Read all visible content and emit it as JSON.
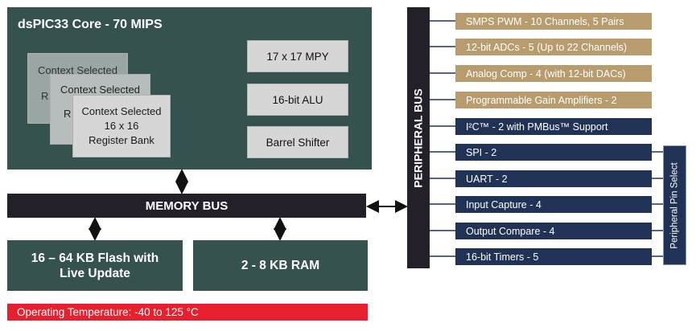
{
  "core": {
    "title": "dsPIC33 Core - 70 MIPS",
    "registers": [
      {
        "line1": "Context Selected",
        "line2": "",
        "line3": "R"
      },
      {
        "line1": "Context Selected",
        "line2": "",
        "line3": "R"
      },
      {
        "line1": "Context Selected",
        "line2": "16 x 16",
        "line3": "Register Bank"
      }
    ],
    "units": [
      "17 x 17 MPY",
      "16-bit ALU",
      "Barrel Shifter"
    ]
  },
  "memory_bus": "MEMORY BUS",
  "memory": {
    "flash_line1": "16 – 64 KB Flash with",
    "flash_line2": "Live Update",
    "ram": "2 - 8 KB RAM"
  },
  "temperature": "Operating Temperature: -40 to 125 °C",
  "peripheral_bus": "PERIPHERAL BUS",
  "peripherals": [
    {
      "label": "SMPS PWM - 10 Channels, 5 Pairs",
      "group": "analog"
    },
    {
      "label": "12-bit ADCs - 5 (Up to 22 Channels)",
      "group": "analog"
    },
    {
      "label": "Analog Comp - 4 (with 12-bit DACs)",
      "group": "analog"
    },
    {
      "label": "Programmable Gain Amplifiers - 2",
      "group": "analog"
    },
    {
      "label": "I²C™ - 2 with PMBus™ Support",
      "group": "digital"
    },
    {
      "label": "SPI  - 2",
      "group": "digital"
    },
    {
      "label": "UART - 2",
      "group": "digital"
    },
    {
      "label": "Input Capture - 4",
      "group": "digital"
    },
    {
      "label": "Output Compare - 4",
      "group": "digital"
    },
    {
      "label": "16-bit Timers - 5",
      "group": "digital"
    }
  ],
  "peripheral_pin_select": "Peripheral Pin Select",
  "colors": {
    "core": "#36524f",
    "bus": "#232029",
    "analog": "#b89c6e",
    "digital": "#203255",
    "temperature": "#e8202e"
  }
}
